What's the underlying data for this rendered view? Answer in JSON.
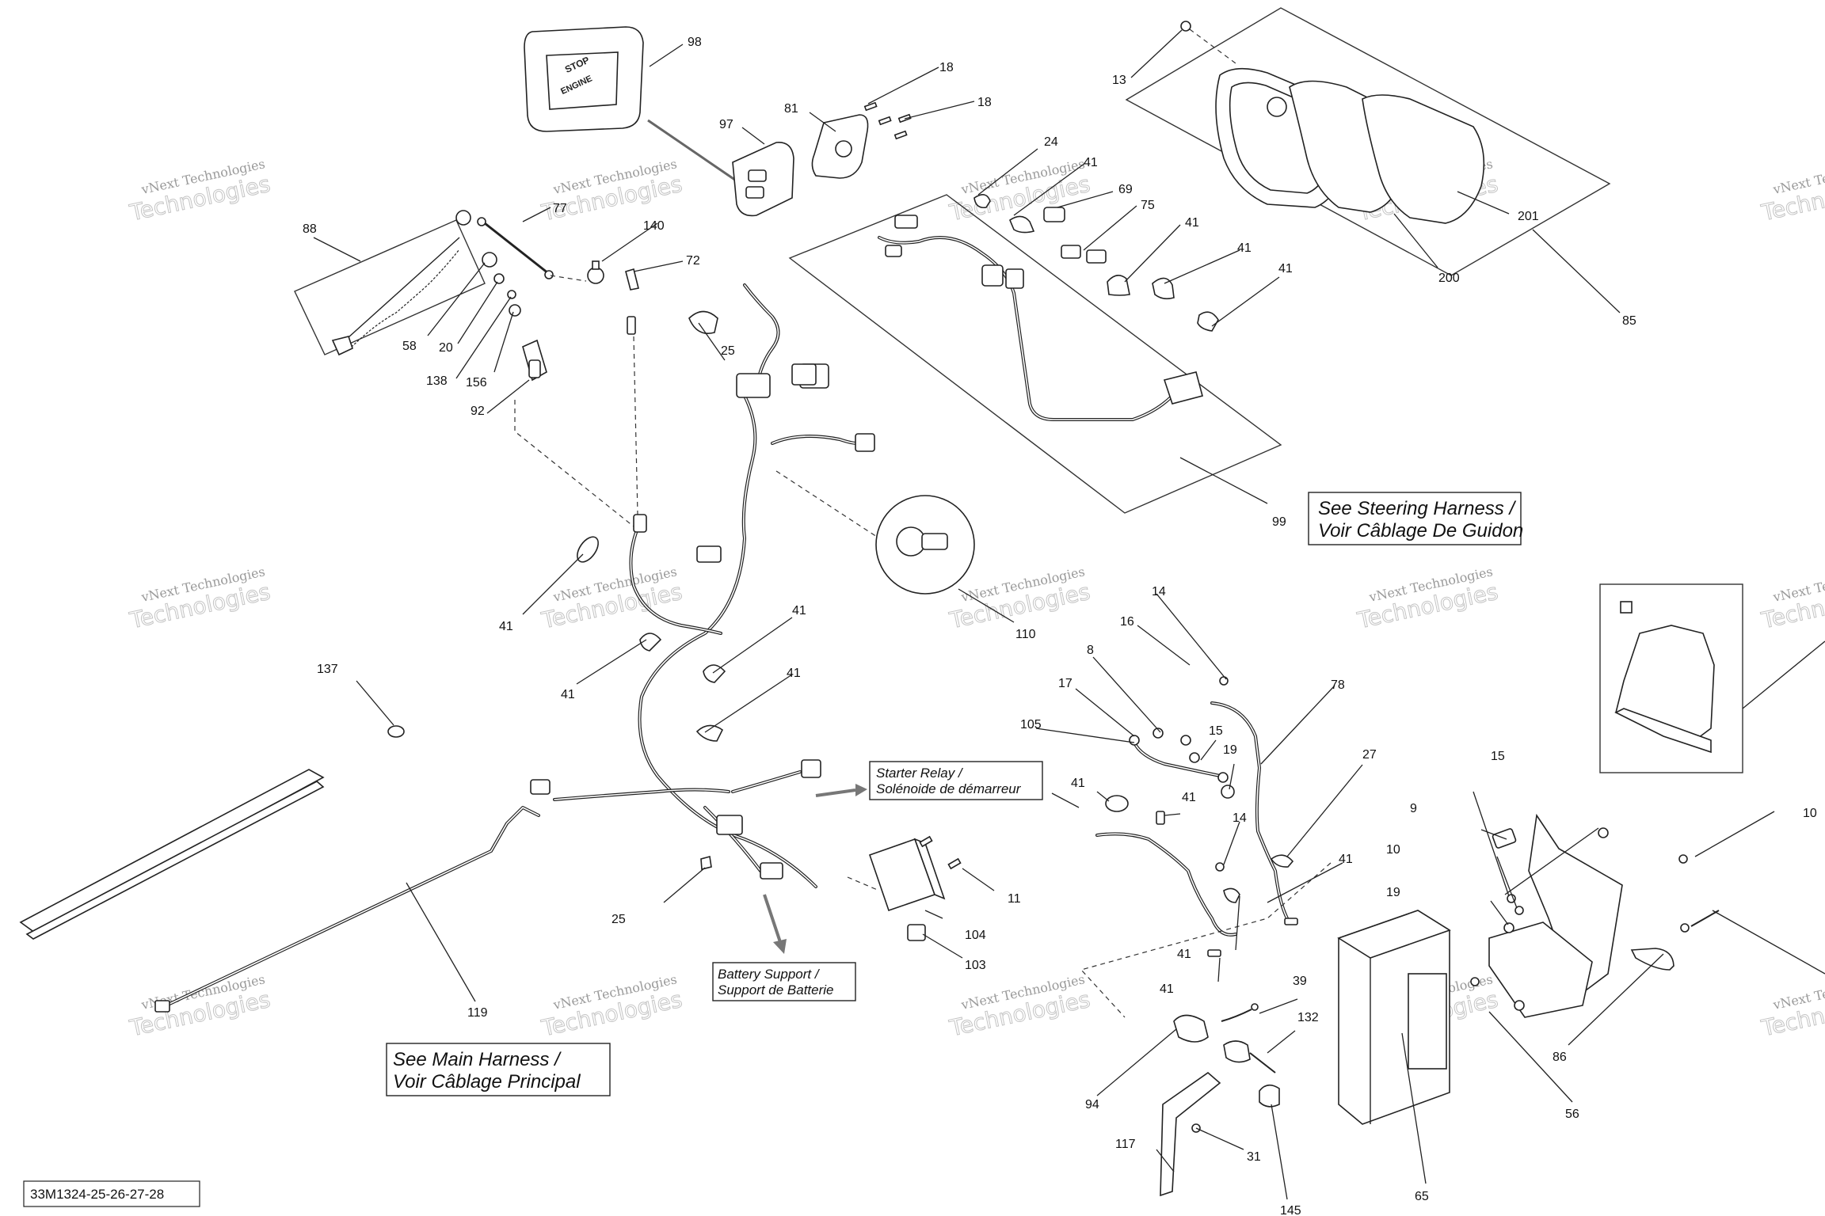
{
  "callouts": [
    {
      "id": "98",
      "text": "98"
    },
    {
      "id": "18a",
      "text": "18"
    },
    {
      "id": "18b",
      "text": "18"
    },
    {
      "id": "97",
      "text": "97"
    },
    {
      "id": "81",
      "text": "81"
    },
    {
      "id": "13",
      "text": "13"
    },
    {
      "id": "24",
      "text": "24"
    },
    {
      "id": "41a",
      "text": "41"
    },
    {
      "id": "69",
      "text": "69"
    },
    {
      "id": "75",
      "text": "75"
    },
    {
      "id": "41b",
      "text": "41"
    },
    {
      "id": "41c",
      "text": "41"
    },
    {
      "id": "41d",
      "text": "41"
    },
    {
      "id": "201",
      "text": "201"
    },
    {
      "id": "200",
      "text": "200"
    },
    {
      "id": "85",
      "text": "85"
    },
    {
      "id": "77",
      "text": "77"
    },
    {
      "id": "140",
      "text": "140"
    },
    {
      "id": "88",
      "text": "88"
    },
    {
      "id": "72",
      "text": "72"
    },
    {
      "id": "58",
      "text": "58"
    },
    {
      "id": "20",
      "text": "20"
    },
    {
      "id": "138",
      "text": "138"
    },
    {
      "id": "156",
      "text": "156"
    },
    {
      "id": "92",
      "text": "92"
    },
    {
      "id": "25a",
      "text": "25"
    },
    {
      "id": "99",
      "text": "99"
    },
    {
      "id": "41e",
      "text": "41"
    },
    {
      "id": "110",
      "text": "110"
    },
    {
      "id": "41f",
      "text": "41"
    },
    {
      "id": "41g",
      "text": "41"
    },
    {
      "id": "41h",
      "text": "41"
    },
    {
      "id": "137",
      "text": "137"
    },
    {
      "id": "14a",
      "text": "14"
    },
    {
      "id": "16",
      "text": "16"
    },
    {
      "id": "8",
      "text": "8"
    },
    {
      "id": "17",
      "text": "17"
    },
    {
      "id": "78",
      "text": "78"
    },
    {
      "id": "105",
      "text": "105"
    },
    {
      "id": "15a",
      "text": "15"
    },
    {
      "id": "19a",
      "text": "19"
    },
    {
      "id": "27",
      "text": "27"
    },
    {
      "id": "41i",
      "text": "41"
    },
    {
      "id": "41j",
      "text": "41"
    },
    {
      "id": "14b",
      "text": "14"
    },
    {
      "id": "15b",
      "text": "15"
    },
    {
      "id": "9",
      "text": "9"
    },
    {
      "id": "10a",
      "text": "10"
    },
    {
      "id": "10b",
      "text": "10"
    },
    {
      "id": "19b",
      "text": "19"
    },
    {
      "id": "41k",
      "text": "41"
    },
    {
      "id": "41l",
      "text": "41"
    },
    {
      "id": "41m",
      "text": "41"
    },
    {
      "id": "25b",
      "text": "25"
    },
    {
      "id": "11",
      "text": "11"
    },
    {
      "id": "104",
      "text": "104"
    },
    {
      "id": "103",
      "text": "103"
    },
    {
      "id": "119",
      "text": "119"
    },
    {
      "id": "39",
      "text": "39"
    },
    {
      "id": "132",
      "text": "132"
    },
    {
      "id": "94",
      "text": "94"
    },
    {
      "id": "117",
      "text": "117"
    },
    {
      "id": "31",
      "text": "31"
    },
    {
      "id": "145",
      "text": "145"
    },
    {
      "id": "65",
      "text": "65"
    },
    {
      "id": "56",
      "text": "56"
    },
    {
      "id": "86",
      "text": "86"
    }
  ],
  "notes": {
    "steering": [
      "See Steering Harness /",
      "Voir Câblage De Guidon"
    ],
    "main": [
      "See Main Harness /",
      "Voir Câblage Principal"
    ],
    "starter": [
      "Starter Relay /",
      "Solénoide de démarreur"
    ],
    "battery": [
      "Battery Support /",
      "Support de Batterie"
    ]
  },
  "part_labels": {
    "switch_top": "STOP",
    "switch_bottom": "ENGINE"
  },
  "watermark": {
    "line1": "vNext Technologies",
    "line2": "Technologies"
  },
  "reference": "33M1324-25-26-27-28",
  "colors": {
    "line": "#222222",
    "watermark": "#b8b8b8",
    "arrow": "#777777"
  }
}
